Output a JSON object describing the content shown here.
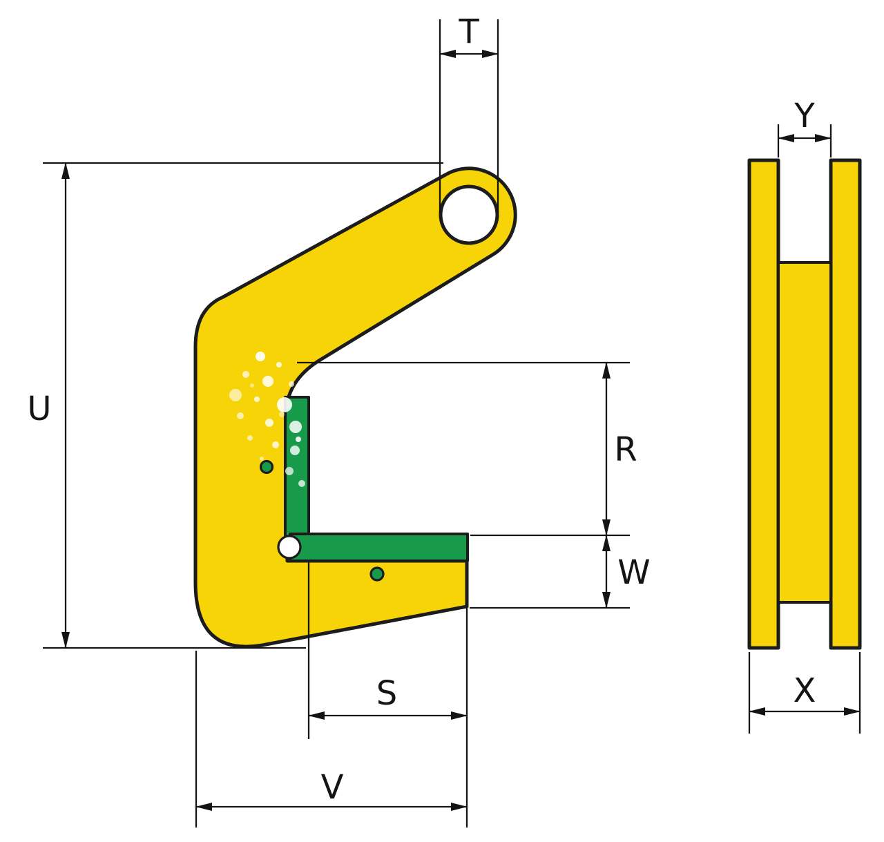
{
  "page": {
    "background_color": "#ffffff",
    "description": "Dimensional line drawing of a lifting clamp: front view (left) and side view (right)"
  },
  "colors": {
    "clamp_body": "#f6d408",
    "clamp_outline": "#1c1c1c",
    "clamp_pad": "#189a4b",
    "pin": "#189a4b",
    "dimension_lines": "#141414",
    "label_text": "#141414",
    "background": "#ffffff"
  },
  "front_view": {
    "dimension_labels": {
      "T": "T",
      "U": "U",
      "R": "R",
      "W": "W",
      "S": "S",
      "V": "V"
    }
  },
  "side_view": {
    "dimension_labels": {
      "Y": "Y",
      "X": "X"
    }
  }
}
